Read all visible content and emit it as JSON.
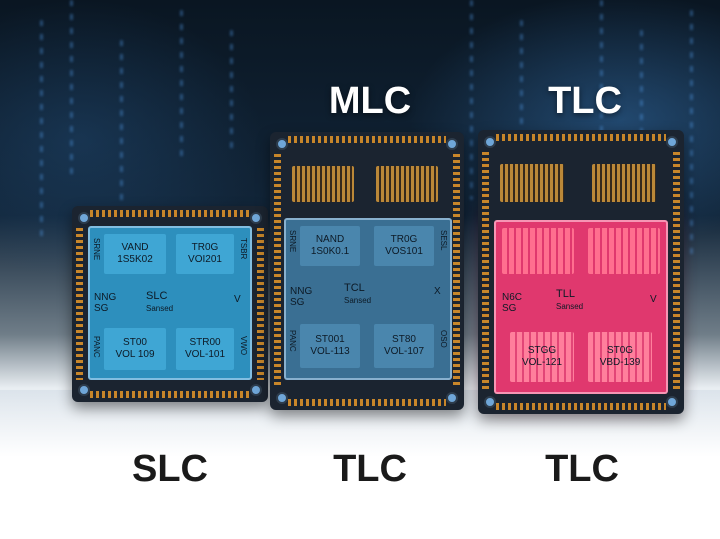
{
  "labels": {
    "top_mid": "MLC",
    "top_right": "TLC",
    "bottom_left": "SLC",
    "bottom_mid": "TLC",
    "bottom_right": "TLC"
  },
  "chips": {
    "left": {
      "b1": [
        "VAND",
        "1S5K02"
      ],
      "b2": [
        "TR0G",
        "VOI201"
      ],
      "mid_left": "NNG SG",
      "mid_center": "SLC",
      "mid_sub": "Sansed",
      "mid_right": "V",
      "b3": [
        "ST00",
        "VOL 109"
      ],
      "b4": [
        "STR00",
        "VOL-101"
      ],
      "side_left_top": "SRNE",
      "side_left_bot": "PANC",
      "side_right_top": "TSBR",
      "side_right_bot": "VWO"
    },
    "mid": {
      "b1": [
        "NAND",
        "1S0K0.1"
      ],
      "b2": [
        "TR0G",
        "VOS101"
      ],
      "mid_left": "NNG SG",
      "mid_center": "TCL",
      "mid_sub": "Sansed",
      "mid_right": "X",
      "b3": [
        "ST001",
        "VOL-113"
      ],
      "b4": [
        "ST80",
        "VOL-107"
      ],
      "side_left_top": "SRNE",
      "side_left_bot": "PANC",
      "side_right_top": "SESL",
      "side_right_bot": "OSO"
    },
    "right": {
      "mid_left": "N6C SG",
      "mid_center": "TLL",
      "mid_sub": "Sansed",
      "mid_right": "V",
      "b3": [
        "STGG",
        "VOL-121"
      ],
      "b4": [
        "ST0G",
        "VBD-139"
      ]
    }
  },
  "colors": {
    "slc_die": "#2d8fbd",
    "mlc_die": "#3a6f93",
    "tlc_die": "#e0386e",
    "pin": "#c8862a",
    "pcb": "#1b2430"
  }
}
